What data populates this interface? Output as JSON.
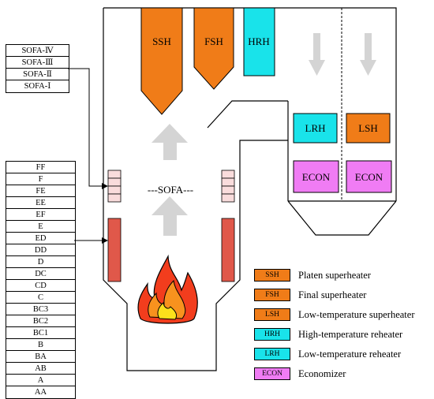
{
  "sofa_table": [
    "SOFA-Ⅳ",
    "SOFA-Ⅲ",
    "SOFA-Ⅱ",
    "SOFA-Ⅰ"
  ],
  "burner_table": [
    "FF",
    "F",
    "FE",
    "EE",
    "EF",
    "E",
    "ED",
    "DD",
    "D",
    "DC",
    "CD",
    "C",
    "BC3",
    "BC2",
    "BC1",
    "B",
    "BA",
    "AB",
    "A",
    "AA"
  ],
  "furnace_label": "---SOFA---",
  "blocks": {
    "ssh": "SSH",
    "fsh": "FSH",
    "hrh": "HRH",
    "lrh": "LRH",
    "lsh": "LSH",
    "econ_left": "ECON",
    "econ_right": "ECON"
  },
  "legend": [
    {
      "code": "SSH",
      "text": "Platen superheater",
      "color": "#f07c18"
    },
    {
      "code": "FSH",
      "text": "Final superheater",
      "color": "#f07c18"
    },
    {
      "code": "LSH",
      "text": "Low-temperature superheater",
      "color": "#f07c18"
    },
    {
      "code": "HRH",
      "text": "High-temperature reheater",
      "color": "#19e3ea"
    },
    {
      "code": "LRH",
      "text": "Low-temperature reheater",
      "color": "#19e3ea"
    },
    {
      "code": "ECON",
      "text": "Economizer",
      "color": "#f07cf4"
    }
  ],
  "colors": {
    "superheater": "#f07c18",
    "reheater": "#19e3ea",
    "economizer": "#f07cf4",
    "burner": "#e0584a",
    "sofa_port": "#f9dcdc",
    "arrow": "#d4d4d4"
  }
}
